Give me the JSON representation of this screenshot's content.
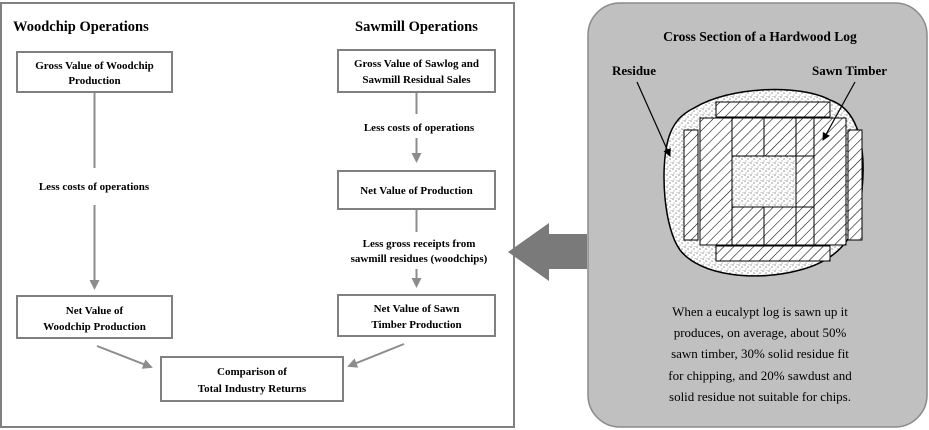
{
  "woodchip": {
    "heading": "Woodchip Operations",
    "gross_box": [
      "Gross Value of Woodchip",
      "Production"
    ],
    "less_costs": "Less costs of operations",
    "net_box": [
      "Net Value of",
      "Woodchip Production"
    ]
  },
  "sawmill": {
    "heading": "Sawmill Operations",
    "gross_box": [
      "Gross Value of Sawlog and",
      "Sawmill Residual Sales"
    ],
    "less_costs": "Less costs of operations",
    "net_prod_box": "Net Value of Production",
    "less_receipts": [
      "Less gross receipts from",
      "sawmill residues (woodchips)"
    ],
    "net_sawn_box": [
      "Net Value of Sawn",
      "Timber Production"
    ]
  },
  "comparison_box": [
    "Comparison of",
    "Total Industry Returns"
  ],
  "cross_section": {
    "title": "Cross Section of a Hardwood Log",
    "label_residue": "Residue",
    "label_sawn": "Sawn Timber",
    "description": [
      "When a eucalypt log is sawn up it",
      "produces, on average, about 50%",
      "sawn timber, 30% solid residue fit",
      "for chipping, and 20% sawdust and",
      "solid residue not suitable for chips."
    ]
  },
  "colors": {
    "panel_bg": "#c0c0c0",
    "box_border": "#808080",
    "arrow": "#8c8c8c",
    "big_arrow": "#7a7a7a",
    "stipple": "#9a9a9a"
  }
}
